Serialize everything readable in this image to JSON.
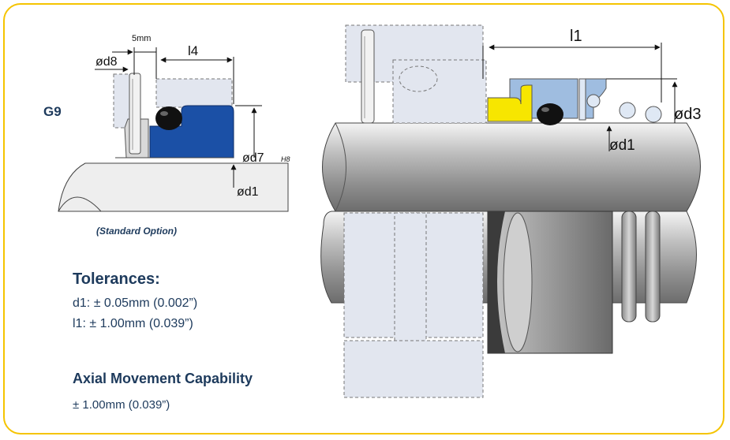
{
  "seal": {
    "code": "G9",
    "option": "(Standard Option)"
  },
  "left_diagram": {
    "dim_d8": "ød8",
    "dim_5mm": "5mm",
    "dim_l4": "l4",
    "dim_d7": "ød7",
    "dim_d7_tol": "H8",
    "dim_d1": "ød1"
  },
  "right_diagram": {
    "dim_l1": "l1",
    "dim_d3": "ød3",
    "dim_d1": "ød1"
  },
  "tolerances": {
    "title": "Tolerances:",
    "d1": "d1: ± 0.05mm (0.002”)",
    "l1": "l1: ± 1.00mm (0.039”)"
  },
  "axial": {
    "title": "Axial Movement Capability",
    "value": "± 1.00mm (0.039”)"
  },
  "colors": {
    "frame": "#f5c400",
    "seal_blue": "#1b50a6",
    "light_blue": "#9fbde0",
    "yellow": "#f7e600",
    "ghost": "#e2e6ef",
    "text": "#1d3a5c"
  }
}
